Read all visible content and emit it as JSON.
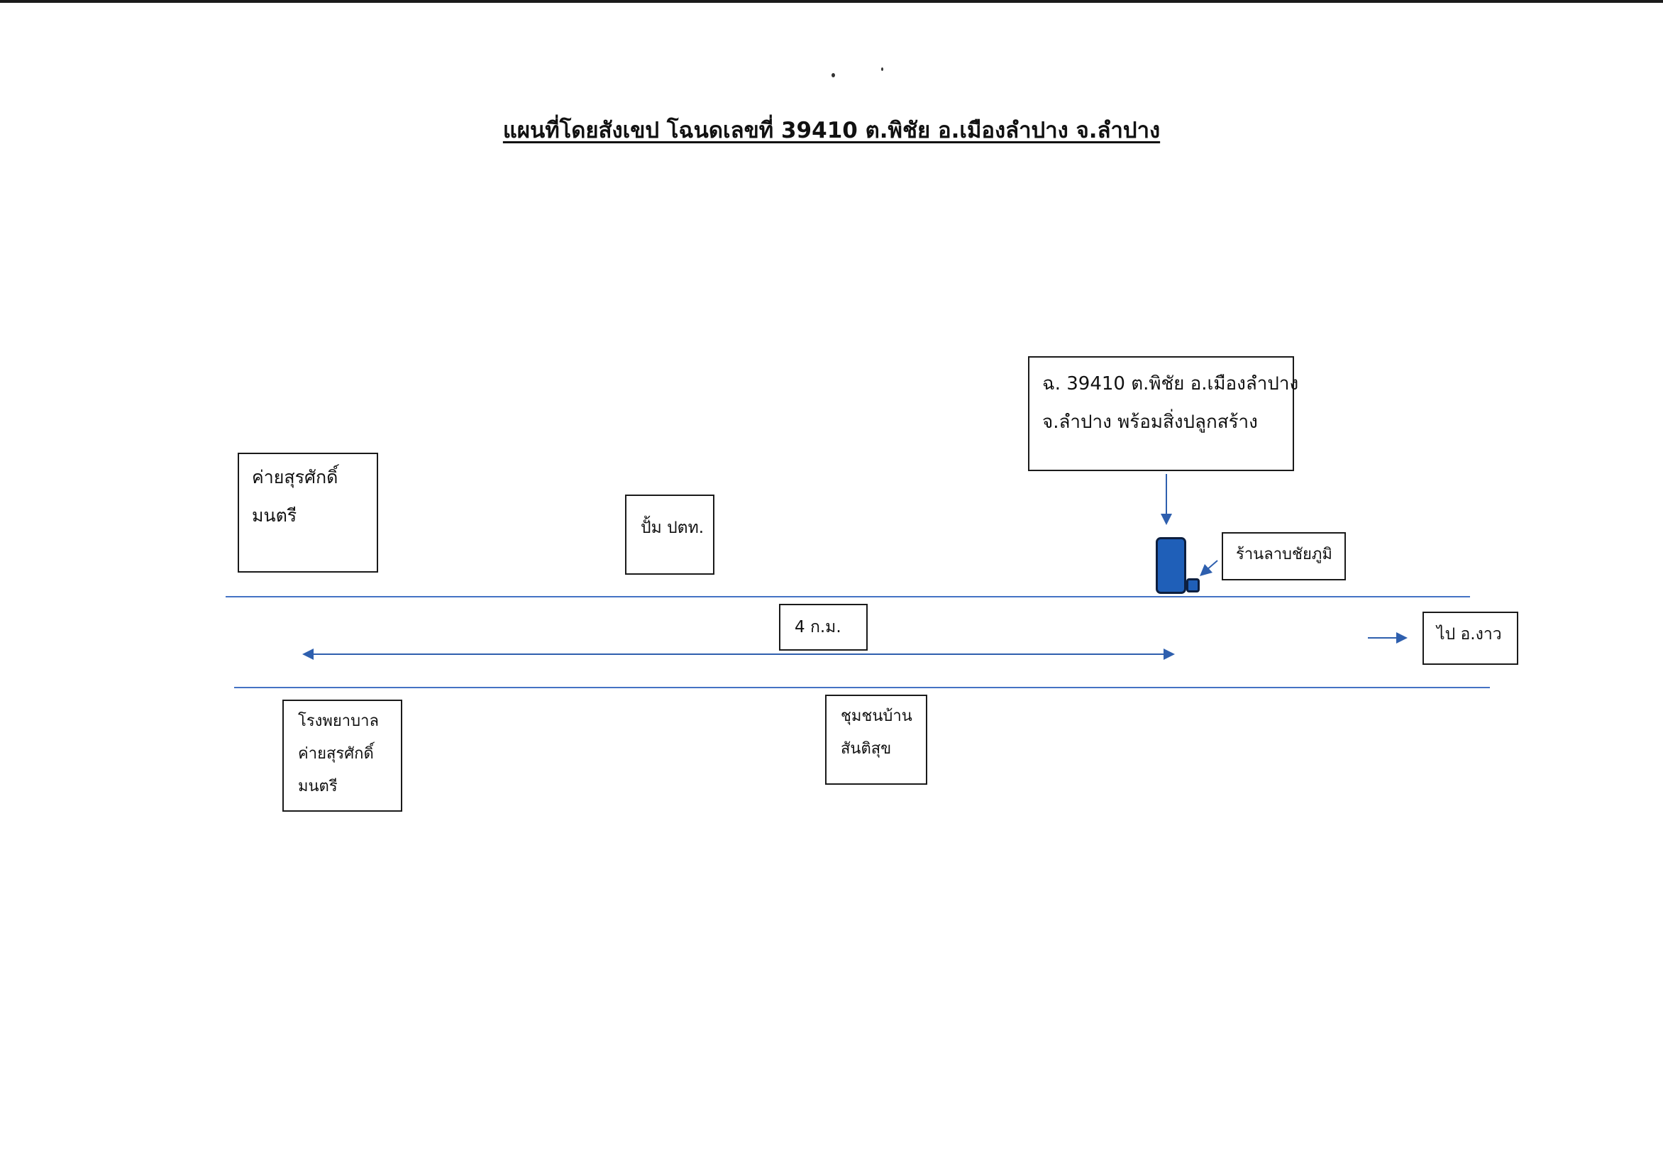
{
  "title": "แผนที่โดยสังเขป โฉนดเลขที่ 39410 ต.พิชัย อ.เมืองลำปาง จ.ลำปาง",
  "landmarks": {
    "camp": {
      "lines": [
        "ค่ายสุรศักดิ์",
        "มนตรี"
      ]
    },
    "gas_station": {
      "lines": [
        "ปั้ม ปตท."
      ]
    },
    "deed": {
      "lines": [
        "ฉ. 39410 ต.พิชัย อ.เมืองลำปาง",
        "จ.ลำปาง พร้อมสิ่งปลูกสร้าง"
      ]
    },
    "shop": {
      "lines": [
        "ร้านลาบชัยภูมิ"
      ]
    },
    "hospital": {
      "lines": [
        "โรงพยาบาล",
        "ค่ายสุรศักดิ์",
        "มนตรี"
      ]
    },
    "community": {
      "lines": [
        "ชุมชนบ้าน",
        "สันติสุข"
      ]
    }
  },
  "distance": {
    "label": "4 ก.ม."
  },
  "direction": {
    "label": "ไป อ.งาว"
  },
  "colors": {
    "road": "#4472c4",
    "arrow": "#2e5fae",
    "plot_fill": "#1f5fb8",
    "plot_outline": "#0d1f3f",
    "box_border": "#1a1a1a"
  },
  "icons": {
    "distance_arrow": "double-headed-arrow",
    "deed_pointer": "arrow-down",
    "shop_pointer": "arrow-down-left",
    "direction_arrow": "arrow-right"
  }
}
